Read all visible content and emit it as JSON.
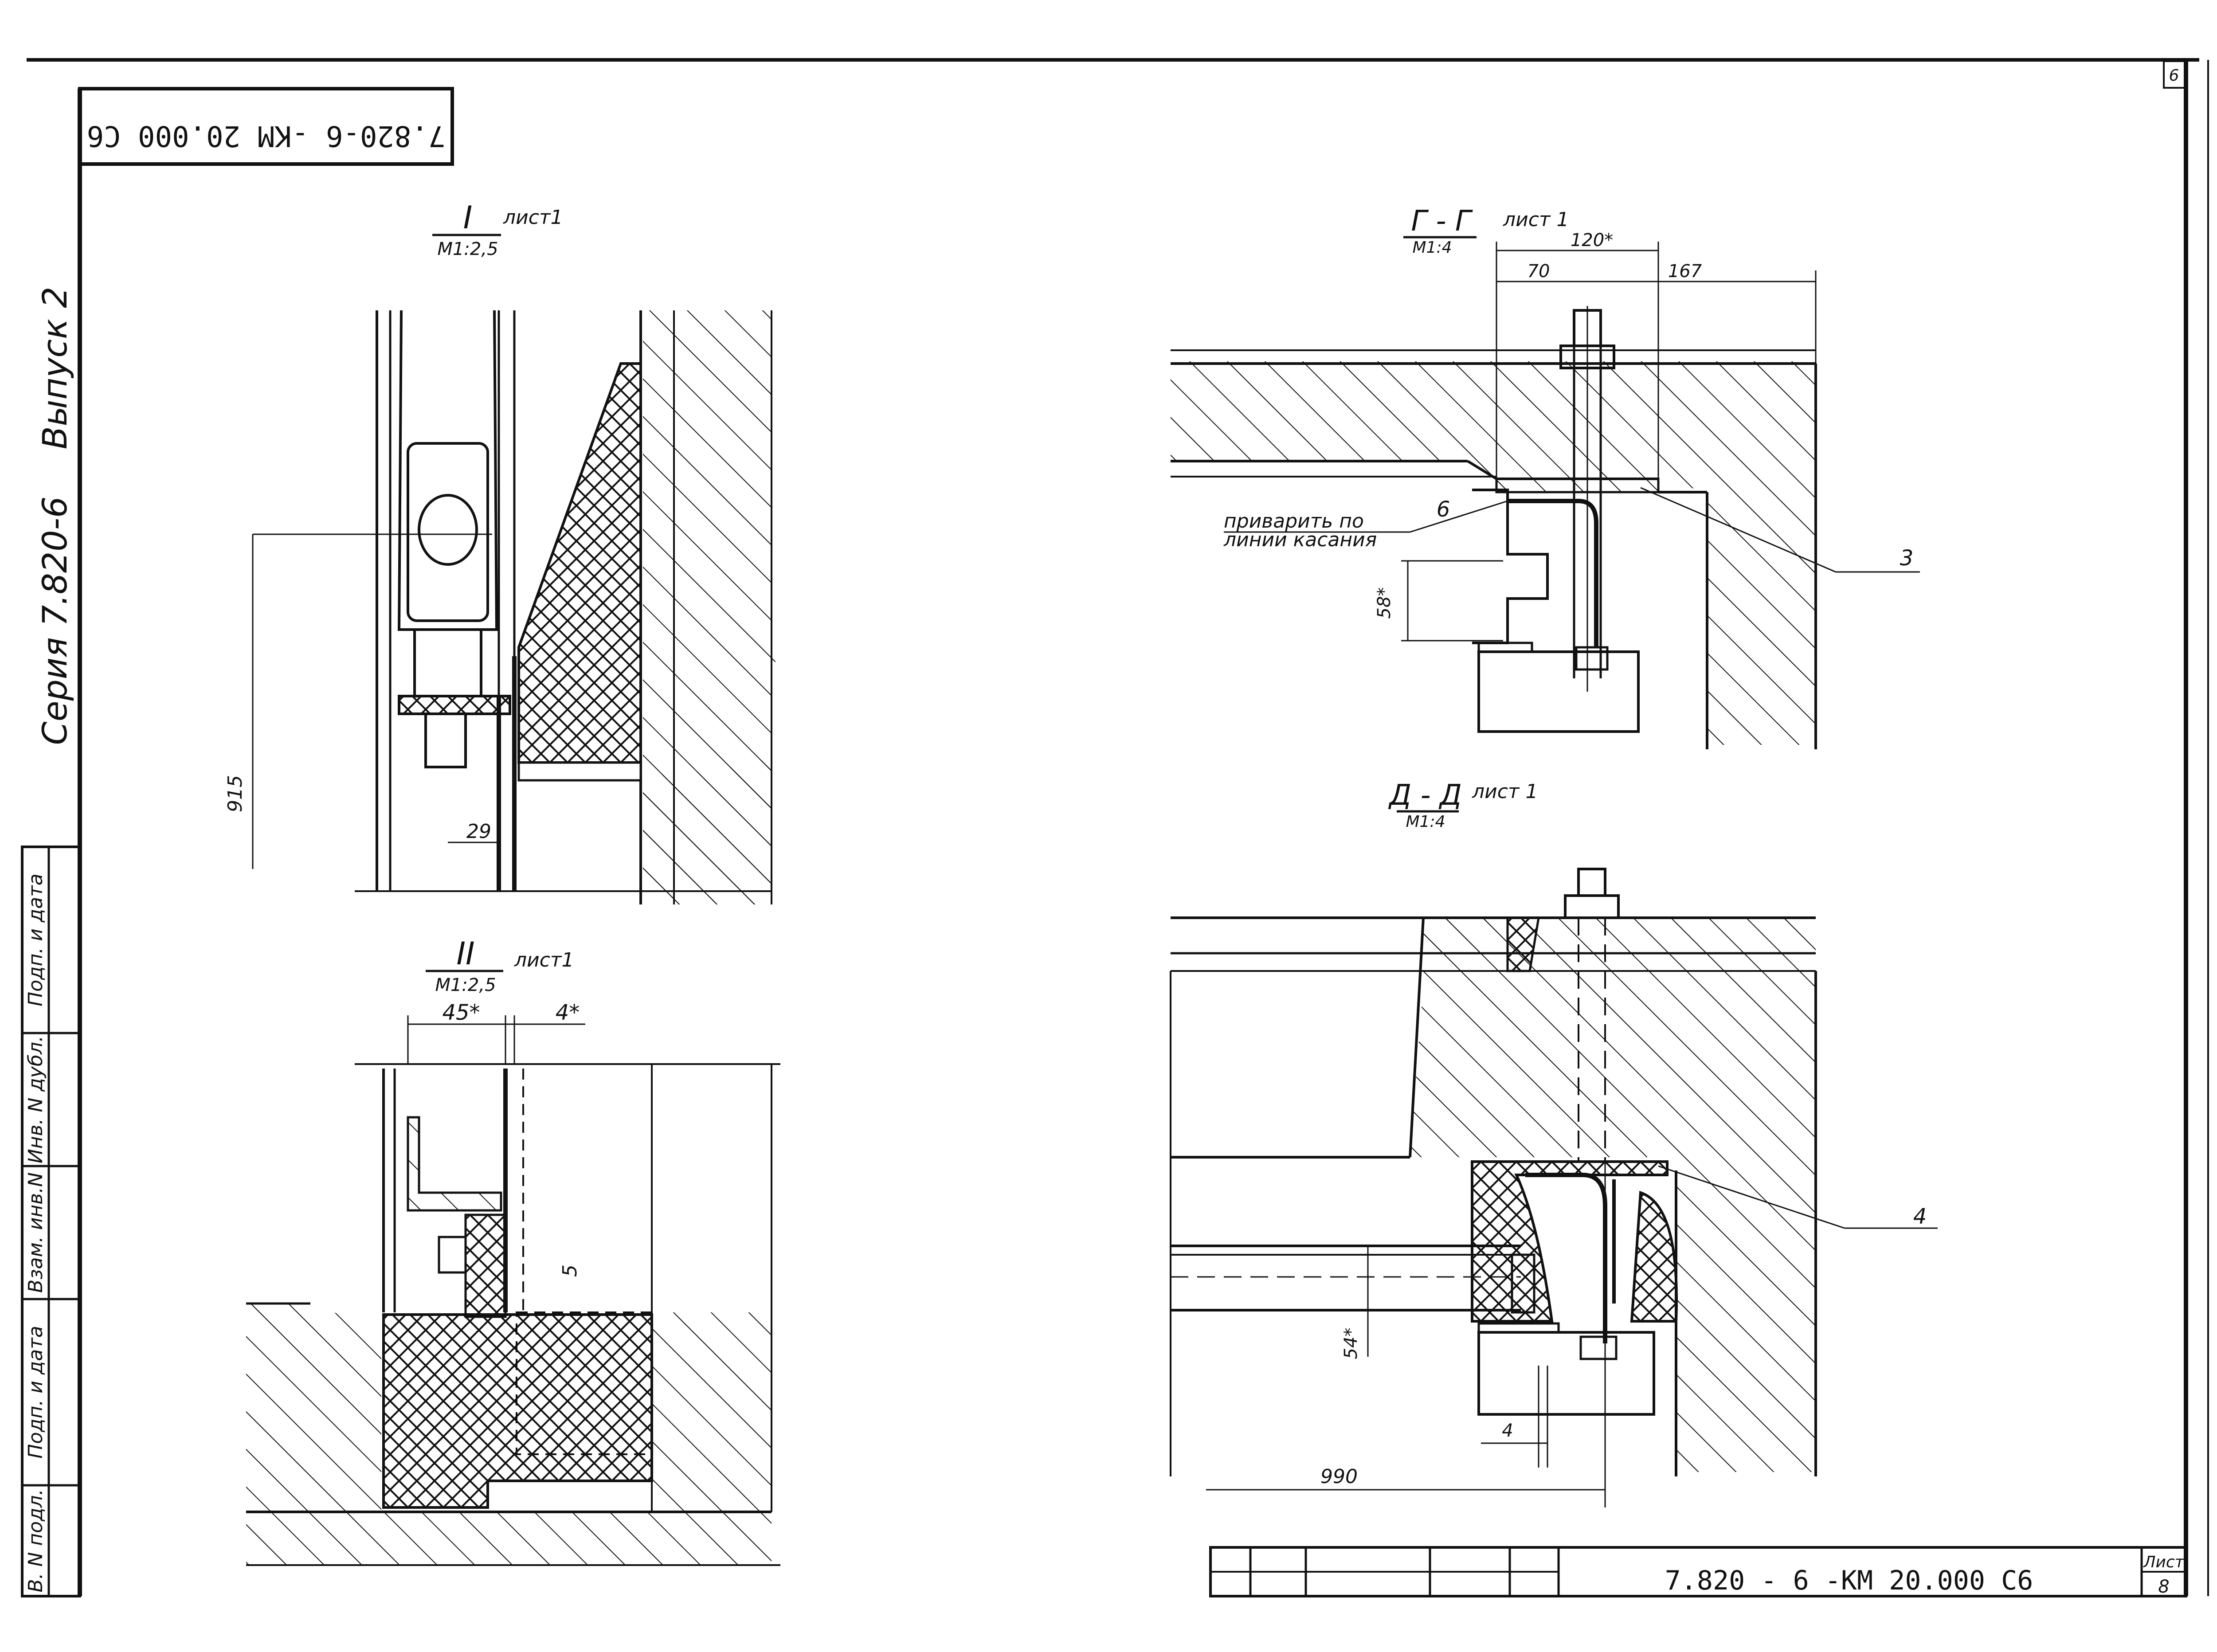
{
  "document_code_top": "7.820-6 -КМ 20.000 С6",
  "document_code_bottom": "7.820 - 6 -КМ 20.000 С6",
  "series_label": "Серия 7.820-6",
  "issue_label": "Выпуск 2",
  "page_corner_mark": "6",
  "side_stamp": [
    "В. N подл.",
    "Подп. и дата",
    "Взам. инв.N",
    "Инв. N дубл.",
    "Подп. и дата"
  ],
  "sheet_label": "Лист",
  "sheet_number": "8",
  "views": {
    "v1": {
      "title": "I",
      "sheet": "лист1",
      "scale": "М1:2,5",
      "dims": [
        "915",
        "29"
      ]
    },
    "v2": {
      "title": "II",
      "sheet": "лист1",
      "scale": "М1:2,5",
      "dims": [
        "45*",
        "4*",
        "5"
      ]
    },
    "v3": {
      "title": "Г - Г",
      "sheet": "лист 1",
      "scale": "М1:4",
      "dims": [
        "120*",
        "70",
        "167",
        "58*"
      ],
      "note_line1": "приварить по",
      "note_line2": "линии касания",
      "callouts": [
        "6",
        "3"
      ]
    },
    "v4": {
      "title": "Д - Д",
      "sheet": "лист 1",
      "scale": "М1:4",
      "dims": [
        "54*",
        "4",
        "990"
      ],
      "callouts": [
        "4"
      ]
    }
  }
}
